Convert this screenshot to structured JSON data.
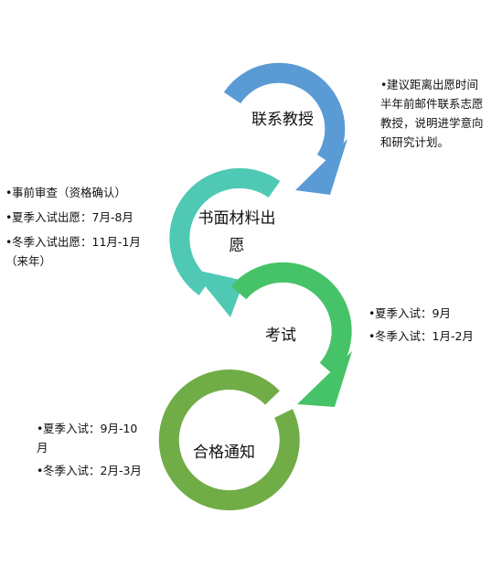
{
  "stages": [
    {
      "label": "联系教授",
      "color": "#5b9bd5",
      "notes": [
        "建议距离出愿时间半年前邮件联系志愿教授，说明进学意向和研究计划。"
      ]
    },
    {
      "label": "书面材料出愿",
      "color": "#4fc9b4",
      "notes": [
        "事前审查（资格确认）",
        "夏季入试出愿：7月-8月",
        "冬季入试出愿：11月-1月（来年）"
      ]
    },
    {
      "label": "考试",
      "color": "#46c268",
      "notes": [
        "夏季入试：9月",
        "冬季入试：1月-2月"
      ]
    },
    {
      "label": "合格通知",
      "color": "#70ad47",
      "notes": [
        "夏季入试：9月-10月",
        "冬季入试：2月-3月"
      ]
    }
  ],
  "bullet_char": "•",
  "colors": {
    "background": "#ffffff",
    "text": "#111111"
  }
}
